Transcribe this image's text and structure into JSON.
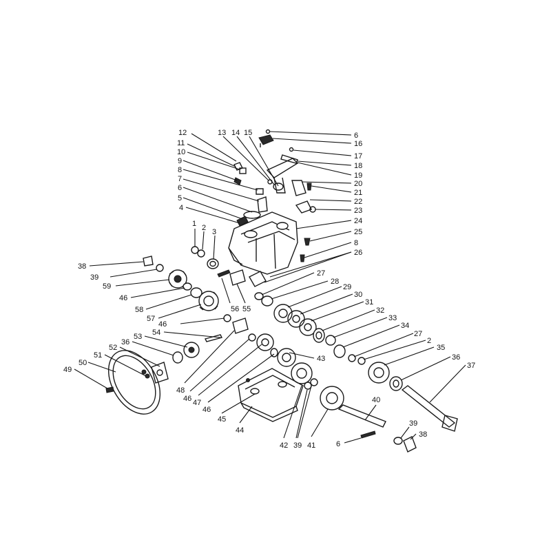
{
  "diagram": {
    "callouts": [
      {
        "id": "c6a",
        "label": "6"
      },
      {
        "id": "c16",
        "label": "16"
      },
      {
        "id": "c17",
        "label": "17"
      },
      {
        "id": "c18",
        "label": "18"
      },
      {
        "id": "c19",
        "label": "19"
      },
      {
        "id": "c20",
        "label": "20"
      },
      {
        "id": "c21",
        "label": "21"
      },
      {
        "id": "c22",
        "label": "22"
      },
      {
        "id": "c23",
        "label": "23"
      },
      {
        "id": "c24",
        "label": "24"
      },
      {
        "id": "c25",
        "label": "25"
      },
      {
        "id": "c8a",
        "label": "8"
      },
      {
        "id": "c26",
        "label": "26"
      },
      {
        "id": "c12",
        "label": "12"
      },
      {
        "id": "c11",
        "label": "11"
      },
      {
        "id": "c10",
        "label": "10"
      },
      {
        "id": "c9",
        "label": "9"
      },
      {
        "id": "c8b",
        "label": "8"
      },
      {
        "id": "c7",
        "label": "7"
      },
      {
        "id": "c6b",
        "label": "6"
      },
      {
        "id": "c5",
        "label": "5"
      },
      {
        "id": "c4",
        "label": "4"
      },
      {
        "id": "c13",
        "label": "13"
      },
      {
        "id": "c14",
        "label": "14"
      },
      {
        "id": "c15",
        "label": "15"
      },
      {
        "id": "c1",
        "label": "1"
      },
      {
        "id": "c2a",
        "label": "2"
      },
      {
        "id": "c3",
        "label": "3"
      },
      {
        "id": "c38a",
        "label": "38"
      },
      {
        "id": "c39a",
        "label": "39"
      },
      {
        "id": "c59",
        "label": "59"
      },
      {
        "id": "c46a",
        "label": "46"
      },
      {
        "id": "c58",
        "label": "58"
      },
      {
        "id": "c57",
        "label": "57"
      },
      {
        "id": "c56",
        "label": "56"
      },
      {
        "id": "c55",
        "label": "55"
      },
      {
        "id": "c27a",
        "label": "27"
      },
      {
        "id": "c28",
        "label": "28"
      },
      {
        "id": "c29",
        "label": "29"
      },
      {
        "id": "c30",
        "label": "30"
      },
      {
        "id": "c31",
        "label": "31"
      },
      {
        "id": "c32",
        "label": "32"
      },
      {
        "id": "c33",
        "label": "33"
      },
      {
        "id": "c34",
        "label": "34"
      },
      {
        "id": "c27b",
        "label": "27"
      },
      {
        "id": "c2b",
        "label": "2"
      },
      {
        "id": "c35",
        "label": "35"
      },
      {
        "id": "c36a",
        "label": "36"
      },
      {
        "id": "c37",
        "label": "37"
      },
      {
        "id": "c46b",
        "label": "46"
      },
      {
        "id": "c54",
        "label": "54"
      },
      {
        "id": "c53",
        "label": "53"
      },
      {
        "id": "c36b",
        "label": "36"
      },
      {
        "id": "c52",
        "label": "52"
      },
      {
        "id": "c51",
        "label": "51"
      },
      {
        "id": "c50",
        "label": "50"
      },
      {
        "id": "c49",
        "label": "49"
      },
      {
        "id": "c43",
        "label": "43"
      },
      {
        "id": "c48",
        "label": "48"
      },
      {
        "id": "c46c",
        "label": "46"
      },
      {
        "id": "c47",
        "label": "47"
      },
      {
        "id": "c46d",
        "label": "46"
      },
      {
        "id": "c45",
        "label": "45"
      },
      {
        "id": "c44",
        "label": "44"
      },
      {
        "id": "c42",
        "label": "42"
      },
      {
        "id": "c39b",
        "label": "39"
      },
      {
        "id": "c41",
        "label": "41"
      },
      {
        "id": "c40",
        "label": "40"
      },
      {
        "id": "c6c",
        "label": "6"
      },
      {
        "id": "c39c",
        "label": "39"
      },
      {
        "id": "c38b",
        "label": "38"
      }
    ]
  },
  "colors": {
    "ink": "#1a1a1a",
    "background": "#ffffff"
  }
}
